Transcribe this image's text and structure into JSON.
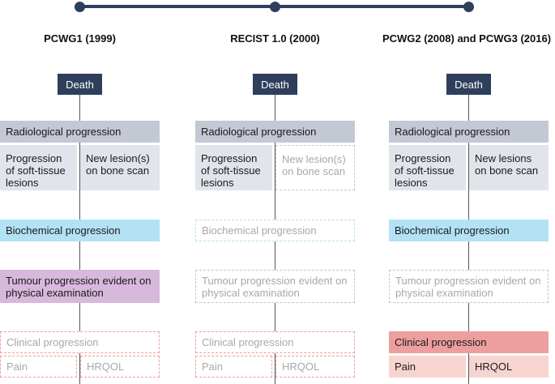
{
  "columns": [
    {
      "title": "PCWG1 (1999)",
      "death": "Death",
      "radiological": "Radiological progression",
      "soft_tissue": "Progression of soft-tissue lesions",
      "bone": "New lesion(s) on bone scan",
      "biochemical": "Biochemical progression",
      "tumour": "Tumour progression evident on physical examination",
      "clinical": "Clinical progression",
      "pain": "Pain",
      "hrqol": "HRQOL"
    },
    {
      "title": "RECIST 1.0 (2000)",
      "death": "Death",
      "radiological": "Radiological progression",
      "soft_tissue": "Progression of soft-tissue lesions",
      "bone": "New lesion(s) on bone scan",
      "biochemical": "Biochemical progression",
      "tumour": "Tumour progression evident on physical examination",
      "clinical": "Clinical progression",
      "pain": "Pain",
      "hrqol": "HRQOL"
    },
    {
      "title": "PCWG2 (2008) and PCWG3 (2016)",
      "death": "Death",
      "radiological": "Radiological progression",
      "soft_tissue": "Progression of soft-tissue lesions",
      "bone": "New lesions on bone scan",
      "biochemical": "Biochemical progression",
      "tumour": "Tumour progression evident on physical examination",
      "clinical": "Clinical progression",
      "pain": "Pain",
      "hrqol": "HRQOL"
    }
  ],
  "colors": {
    "timeline": "#2e3f5c",
    "radiological": "#c3c8d4",
    "sub_boxes": "#e1e4ea",
    "biochemical": "#b3e2f4",
    "tumour": "#d8b8dc",
    "clinical": "#ee9e9e",
    "clinical_sub": "#f8d4d0"
  }
}
